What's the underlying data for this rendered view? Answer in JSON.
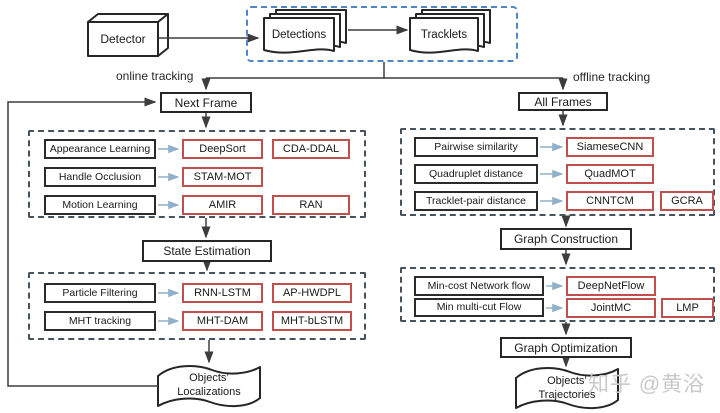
{
  "watermark": "知乎 @黄浴",
  "colors": {
    "method_box_border": "#c0504d",
    "top_container_dash": "#4e86c6",
    "module_dash": "#47525f",
    "connector": "#3d3d3d",
    "small_arrow": "#8fb0c9",
    "watermark_gray": "#c9c9c9"
  },
  "top": {
    "detector": "Detector",
    "detections": "Detections",
    "tracklets": "Tracklets"
  },
  "branches": {
    "online_label": "online tracking",
    "offline_label": "offline tracking",
    "next_frame": "Next Frame",
    "all_frames": "All Frames"
  },
  "stages": {
    "state_estimation": "State Estimation",
    "graph_construction": "Graph Construction",
    "graph_optimization": "Graph Optimization"
  },
  "online_module": {
    "rows": [
      {
        "label": "Appearance Learning",
        "methods": [
          "DeepSort",
          "CDA-DDAL"
        ]
      },
      {
        "label": "Handle Occlusion",
        "methods": [
          "STAM-MOT"
        ]
      },
      {
        "label": "Motion Learning",
        "methods": [
          "AMIR",
          "RAN"
        ]
      }
    ]
  },
  "state_module": {
    "rows": [
      {
        "label": "Particle Filtering",
        "methods": [
          "RNN-LSTM",
          "AP-HWDPL"
        ]
      },
      {
        "label": "MHT tracking",
        "methods": [
          "MHT-DAM",
          "MHT-bLSTM"
        ]
      }
    ]
  },
  "offline_module": {
    "rows": [
      {
        "label": "Pairwise similarity",
        "methods": [
          "SiameseCNN"
        ]
      },
      {
        "label": "Quadruplet distance",
        "methods": [
          "QuadMOT"
        ]
      },
      {
        "label": "Tracklet-pair distance",
        "methods": [
          "CNNTCM",
          "GCRA"
        ]
      }
    ]
  },
  "graph_module": {
    "rows": [
      {
        "label": "Min-cost Network flow",
        "methods": [
          "DeepNetFlow"
        ]
      },
      {
        "label": "Min multi-cut Flow",
        "methods": [
          "JointMC",
          "LMP"
        ]
      }
    ]
  },
  "outputs": {
    "localizations_line1": "Objects’",
    "localizations_line2": "Localizations",
    "trajectories_line1": "Objects’",
    "trajectories_line2": "Trajectories"
  }
}
